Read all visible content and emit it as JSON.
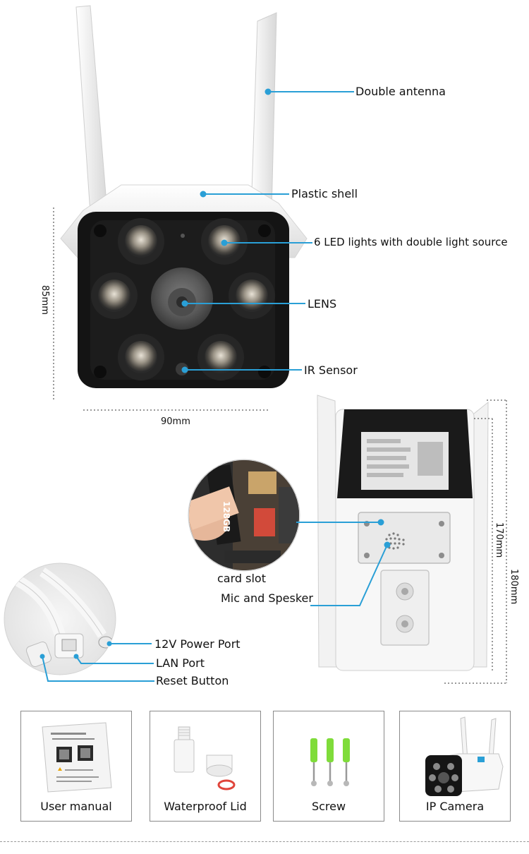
{
  "callouts": {
    "double_antenna": "Double antenna",
    "plastic_shell": "Plastic shell",
    "led_lights": "6 LED lights with double light source",
    "lens": "LENS",
    "ir_sensor": "IR Sensor",
    "card_slot": "card slot",
    "mic_speaker": "Mic and Spesker",
    "power_port": "12V Power Port",
    "lan_port": "LAN Port",
    "reset_button": "Reset Button"
  },
  "dimensions": {
    "height_front": "85mm",
    "width_front": "90mm",
    "height_body": "170mm",
    "height_total": "180mm"
  },
  "card_text": "128GB",
  "accessories": [
    {
      "label": "User manual",
      "icon": "manual-icon"
    },
    {
      "label": "Waterproof Lid",
      "icon": "waterproof-lid-icon"
    },
    {
      "label": "Screw",
      "icon": "screw-icon"
    },
    {
      "label": "IP Camera",
      "icon": "ip-camera-icon"
    }
  ],
  "colors": {
    "callout_line": "#2a9fd6",
    "camera_face": "#151515",
    "shell": "#f4f4f4"
  }
}
